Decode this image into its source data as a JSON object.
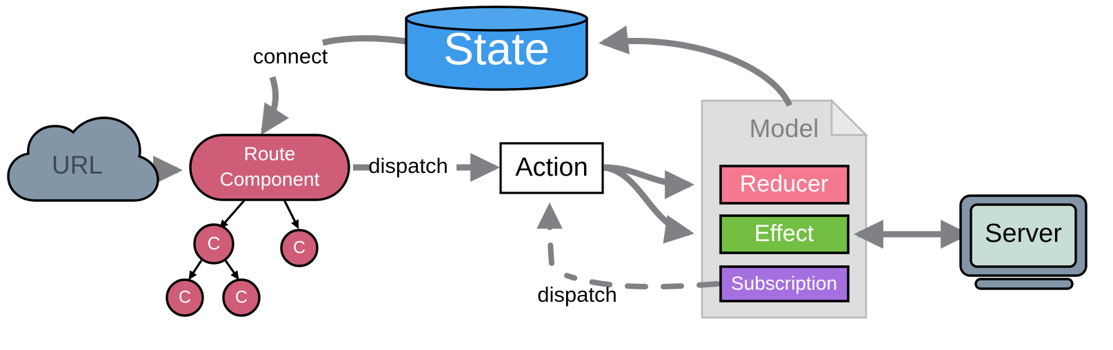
{
  "diagram": {
    "title": "Redux / NgRx data flow architecture",
    "background": "#ffffff",
    "nodes": {
      "url": {
        "label": "URL",
        "shape": "cloud",
        "fill": "#8296a8",
        "text_color": "#3c4a54"
      },
      "route_component": {
        "label_line1": "Route",
        "label_line2": "Component",
        "shape": "rounded-pill",
        "fill": "#cf5d77",
        "text_color": "#ffffff"
      },
      "child_c1": {
        "label": "C",
        "shape": "circle",
        "fill": "#cf5d77",
        "text_color": "#ffffff"
      },
      "child_c2": {
        "label": "C",
        "shape": "circle",
        "fill": "#cf5d77",
        "text_color": "#ffffff"
      },
      "child_c3": {
        "label": "C",
        "shape": "circle",
        "fill": "#cf5d77",
        "text_color": "#ffffff"
      },
      "child_c4": {
        "label": "C",
        "shape": "circle",
        "fill": "#cf5d77",
        "text_color": "#ffffff"
      },
      "state": {
        "label": "State",
        "shape": "cylinder",
        "fill": "#3d9bec",
        "text_color": "#ffffff"
      },
      "action": {
        "label": "Action",
        "shape": "rectangle",
        "fill": "#ffffff",
        "text_color": "#000000"
      },
      "model": {
        "label": "Model",
        "shape": "note",
        "fill": "#dedede",
        "text_color": "#7f8184"
      },
      "reducer": {
        "label": "Reducer",
        "shape": "rectangle",
        "fill": "#f4798f",
        "text_color": "#ffffff"
      },
      "effect": {
        "label": "Effect",
        "shape": "rectangle",
        "fill": "#72bf44",
        "text_color": "#ffffff"
      },
      "subscription": {
        "label": "Subscription",
        "shape": "rectangle",
        "fill": "#a56fe0",
        "text_color": "#ffffff"
      },
      "server": {
        "label": "Server",
        "shape": "monitor",
        "fill": "#c7ded4",
        "bezel": "#8296a8",
        "text_color": "#000000"
      }
    },
    "edges": [
      {
        "name": "url-to-route",
        "from": "url",
        "to": "route_component",
        "label": "",
        "style": "solid-thick"
      },
      {
        "name": "state-to-route",
        "from": "state",
        "to": "route_component",
        "label": "connect",
        "style": "solid-thick-curved"
      },
      {
        "name": "route-to-action",
        "from": "route_component",
        "to": "action",
        "label": "dispatch",
        "style": "solid-thick"
      },
      {
        "name": "action-to-reducer",
        "from": "action",
        "to": "reducer",
        "label": "",
        "style": "solid-thick-curved"
      },
      {
        "name": "action-to-effect",
        "from": "action",
        "to": "effect",
        "label": "",
        "style": "solid-thick-curved"
      },
      {
        "name": "model-to-state",
        "from": "model",
        "to": "state",
        "label": "",
        "style": "solid-thick-curved"
      },
      {
        "name": "effect-to-server",
        "from": "effect",
        "to": "server",
        "label": "",
        "style": "solid-thick-bidirectional"
      },
      {
        "name": "subscription-to-action",
        "from": "subscription",
        "to": "action",
        "label": "dispatch",
        "style": "dashed-curved"
      },
      {
        "name": "route-to-c1",
        "from": "route_component",
        "to": "child_c1",
        "label": "",
        "style": "solid-thin"
      },
      {
        "name": "route-to-c2",
        "from": "route_component",
        "to": "child_c2",
        "label": "",
        "style": "solid-thin"
      },
      {
        "name": "c1-to-c3",
        "from": "child_c1",
        "to": "child_c3",
        "label": "",
        "style": "solid-thin"
      },
      {
        "name": "c1-to-c4",
        "from": "child_c1",
        "to": "child_c4",
        "label": "",
        "style": "solid-thin"
      }
    ],
    "labels": {
      "connect": "connect",
      "dispatch_route": "dispatch",
      "dispatch_subscription": "dispatch"
    },
    "colors": {
      "arrow_gray": "#7f8184",
      "outline_black": "#000000",
      "model_panel": "#dedede",
      "model_fold": "#e8e8e8"
    }
  }
}
